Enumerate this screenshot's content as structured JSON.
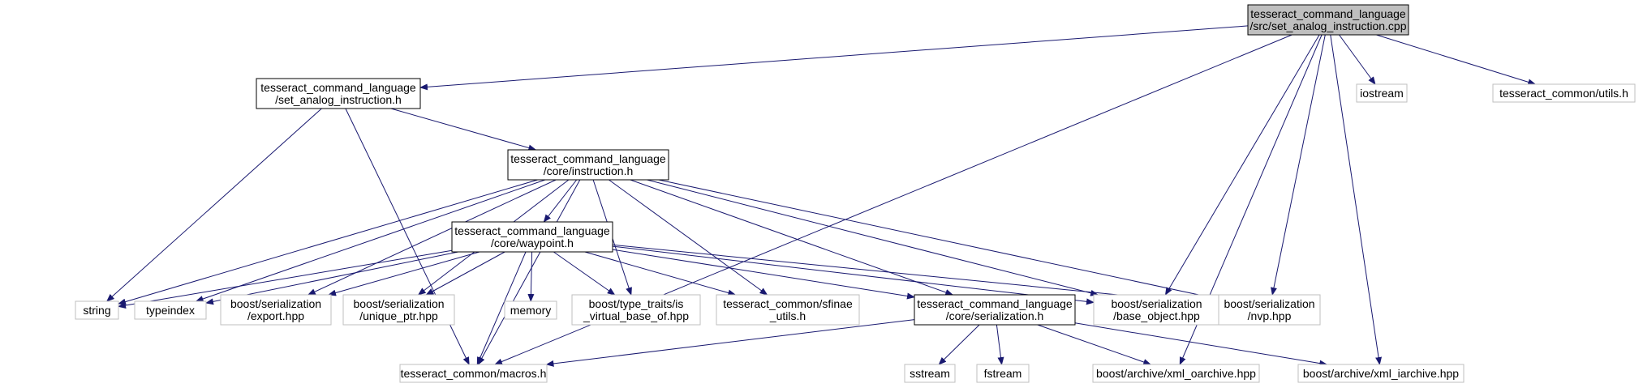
{
  "colors": {
    "edge": "#191970",
    "root_fill": "#bfbfbf",
    "local_border": "#000000",
    "external_border": "#bfbfbf",
    "background": "#ffffff"
  },
  "nodes": [
    {
      "id": "root",
      "kind": "root",
      "lines": [
        "tesseract_command_language",
        "/src/set_analog_instruction.cpp"
      ]
    },
    {
      "id": "set_analog_h",
      "kind": "local",
      "lines": [
        "tesseract_command_language",
        "/set_analog_instruction.h"
      ]
    },
    {
      "id": "instruction_h",
      "kind": "local",
      "lines": [
        "tesseract_command_language",
        "/core/instruction.h"
      ]
    },
    {
      "id": "waypoint_h",
      "kind": "local",
      "lines": [
        "tesseract_command_language",
        "/core/waypoint.h"
      ]
    },
    {
      "id": "serialization_h",
      "kind": "local",
      "lines": [
        "tesseract_command_language",
        "/core/serialization.h"
      ]
    },
    {
      "id": "iostream",
      "kind": "external",
      "lines": [
        "iostream"
      ]
    },
    {
      "id": "utils_h",
      "kind": "external",
      "lines": [
        "tesseract_common/utils.h"
      ]
    },
    {
      "id": "string",
      "kind": "external",
      "lines": [
        "string"
      ]
    },
    {
      "id": "typeindex",
      "kind": "external",
      "lines": [
        "typeindex"
      ]
    },
    {
      "id": "export_hpp",
      "kind": "external",
      "lines": [
        "boost/serialization",
        "/export.hpp"
      ]
    },
    {
      "id": "unique_ptr_hpp",
      "kind": "external",
      "lines": [
        "boost/serialization",
        "/unique_ptr.hpp"
      ]
    },
    {
      "id": "memory",
      "kind": "external",
      "lines": [
        "memory"
      ]
    },
    {
      "id": "is_virtual_base_of",
      "kind": "external",
      "lines": [
        "boost/type_traits/is",
        "_virtual_base_of.hpp"
      ]
    },
    {
      "id": "sfinae_utils",
      "kind": "external",
      "lines": [
        "tesseract_common/sfinae",
        "_utils.h"
      ]
    },
    {
      "id": "base_object_hpp",
      "kind": "external",
      "lines": [
        "boost/serialization",
        "/base_object.hpp"
      ]
    },
    {
      "id": "nvp_hpp",
      "kind": "external",
      "lines": [
        "boost/serialization",
        "/nvp.hpp"
      ]
    },
    {
      "id": "macros_h",
      "kind": "external",
      "lines": [
        "tesseract_common/macros.h"
      ]
    },
    {
      "id": "sstream",
      "kind": "external",
      "lines": [
        "sstream"
      ]
    },
    {
      "id": "fstream",
      "kind": "external",
      "lines": [
        "fstream"
      ]
    },
    {
      "id": "xml_oarchive",
      "kind": "external",
      "lines": [
        "boost/archive/xml_oarchive.hpp"
      ]
    },
    {
      "id": "xml_iarchive",
      "kind": "external",
      "lines": [
        "boost/archive/xml_iarchive.hpp"
      ]
    }
  ],
  "edges": [
    {
      "from": "root",
      "to": "set_analog_h"
    },
    {
      "from": "root",
      "to": "macros_h"
    },
    {
      "from": "root",
      "to": "iostream"
    },
    {
      "from": "root",
      "to": "utils_h"
    },
    {
      "from": "root",
      "to": "base_object_hpp"
    },
    {
      "from": "root",
      "to": "nvp_hpp"
    },
    {
      "from": "root",
      "to": "xml_oarchive"
    },
    {
      "from": "root",
      "to": "xml_iarchive"
    },
    {
      "from": "set_analog_h",
      "to": "instruction_h"
    },
    {
      "from": "set_analog_h",
      "to": "string"
    },
    {
      "from": "set_analog_h",
      "to": "macros_h"
    },
    {
      "from": "instruction_h",
      "to": "waypoint_h"
    },
    {
      "from": "instruction_h",
      "to": "string"
    },
    {
      "from": "instruction_h",
      "to": "typeindex"
    },
    {
      "from": "instruction_h",
      "to": "export_hpp"
    },
    {
      "from": "instruction_h",
      "to": "unique_ptr_hpp"
    },
    {
      "from": "instruction_h",
      "to": "is_virtual_base_of"
    },
    {
      "from": "instruction_h",
      "to": "sfinae_utils"
    },
    {
      "from": "instruction_h",
      "to": "macros_h"
    },
    {
      "from": "instruction_h",
      "to": "serialization_h"
    },
    {
      "from": "instruction_h",
      "to": "base_object_hpp"
    },
    {
      "from": "instruction_h",
      "to": "nvp_hpp"
    },
    {
      "from": "waypoint_h",
      "to": "string"
    },
    {
      "from": "waypoint_h",
      "to": "typeindex"
    },
    {
      "from": "waypoint_h",
      "to": "export_hpp"
    },
    {
      "from": "waypoint_h",
      "to": "unique_ptr_hpp"
    },
    {
      "from": "waypoint_h",
      "to": "macros_h"
    },
    {
      "from": "waypoint_h",
      "to": "memory"
    },
    {
      "from": "waypoint_h",
      "to": "is_virtual_base_of"
    },
    {
      "from": "waypoint_h",
      "to": "sfinae_utils"
    },
    {
      "from": "waypoint_h",
      "to": "serialization_h"
    },
    {
      "from": "waypoint_h",
      "to": "base_object_hpp"
    },
    {
      "from": "waypoint_h",
      "to": "nvp_hpp"
    },
    {
      "from": "serialization_h",
      "to": "macros_h"
    },
    {
      "from": "serialization_h",
      "to": "sstream"
    },
    {
      "from": "serialization_h",
      "to": "fstream"
    },
    {
      "from": "serialization_h",
      "to": "xml_oarchive"
    },
    {
      "from": "serialization_h",
      "to": "xml_iarchive"
    }
  ]
}
